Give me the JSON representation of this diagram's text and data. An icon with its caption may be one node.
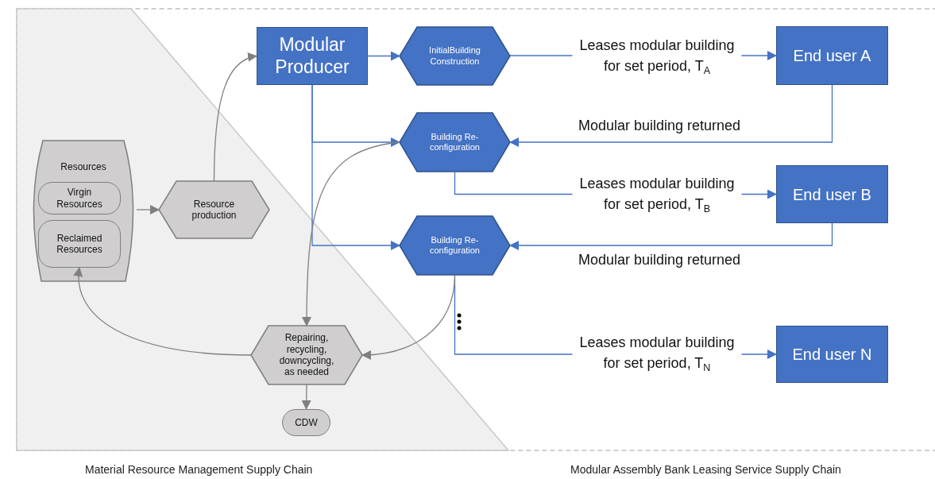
{
  "diagram": {
    "nodes": [
      {
        "text": [
          "Resources"
        ]
      },
      {
        "text": [
          "Virgin Resources"
        ],
        "in": 0
      },
      {
        "text": [
          "Reclaimed Resources"
        ],
        "in": 0
      },
      {
        "text": [
          "Resource production"
        ]
      },
      {
        "text": [
          "Modular Producer"
        ]
      },
      {
        "text": [
          "InitialBuilding Construction"
        ]
      },
      {
        "text": [
          "End user A"
        ]
      },
      {
        "text": [
          "Building Re- configuration"
        ]
      },
      {
        "text": [
          "End user B"
        ]
      },
      {
        "text": [
          "Building Re- configuration"
        ]
      },
      {
        "text": [
          "End user N"
        ]
      },
      {
        "text": [
          "Repairing, recycling, downcycling, as needed"
        ]
      },
      {
        "text": [
          "CDW"
        ]
      }
    ],
    "edges": [
      {
        "from": 0,
        "to": 3,
        "arrow": "to",
        "color": "#808080"
      },
      {
        "from": 3,
        "to": 4,
        "arrow": "to",
        "color": "#808080"
      },
      {
        "from": 4,
        "to": 5,
        "arrow": "to"
      },
      {
        "from": 5,
        "to": 6,
        "arrow": "to",
        "label": "Leases modular building for set period, T$_{A}$"
      },
      {
        "from": 4,
        "to": 7,
        "arrow": "to"
      },
      {
        "from": 6,
        "to": 7,
        "arrow": "to",
        "label": "Modular building returned"
      },
      {
        "from": 7,
        "to": 8,
        "arrow": "to",
        "label": "Leases modular building for set period, T$_{B}$"
      },
      {
        "from": 4,
        "to": 9,
        "arrow": "to"
      },
      {
        "from": 8,
        "to": 9,
        "arrow": "to",
        "label": "Modular building returned"
      },
      {
        "from": 9,
        "to": 10,
        "arrow": "to",
        "label": "Leases modular building for set period, T$_{N}$"
      },
      {
        "from": 7,
        "to": 11,
        "arrow": "to",
        "color": "#808080"
      },
      {
        "from": 9,
        "to": 11,
        "arrow": "to",
        "color": "#808080"
      },
      {
        "from": 11,
        "to": 2,
        "arrow": "to",
        "color": "#808080"
      },
      {
        "from": 11,
        "to": 12,
        "arrow": "to",
        "color": "#808080"
      }
    ],
    "labels": [
      "Material Resource Management Supply Chain",
      "Modular Assembly Bank Leasing Service Supply Chain"
    ]
  }
}
